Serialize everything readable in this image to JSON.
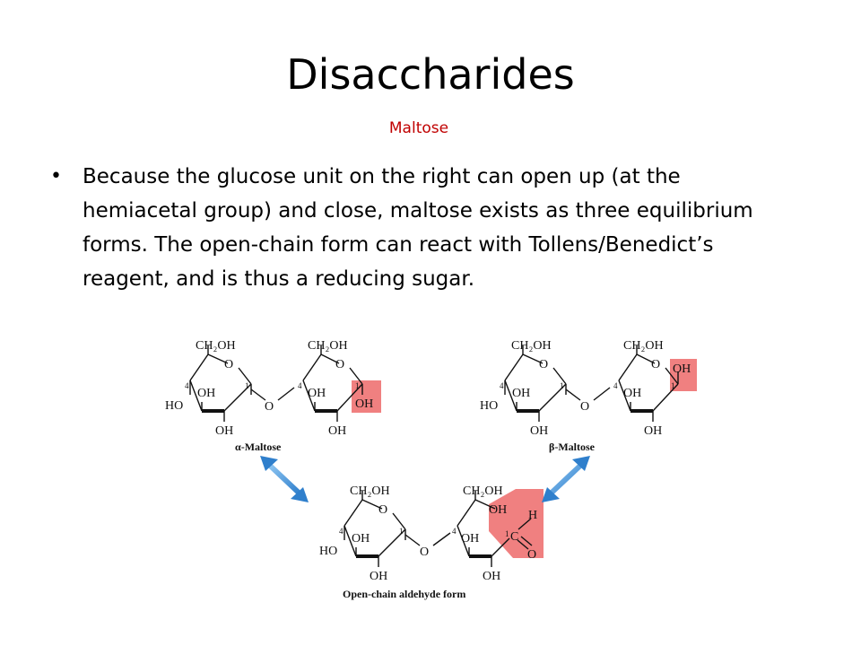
{
  "slide": {
    "title": "Disaccharides",
    "subtitle": "Maltose",
    "bullets": [
      "Because the glucose unit on the right can open up (at the hemiacetal group) and close, maltose exists as three equilibrium forms.  The open-chain form can react with Tollens/Benedict’s reagent, and is thus a reducing sugar."
    ]
  },
  "diagram": {
    "captions": {
      "alpha": "α-Maltose",
      "beta": "β-Maltose",
      "open": "Open-chain aldehyde form"
    },
    "labels": {
      "ch2oh": "CH₂OH",
      "o": "O",
      "oh": "OH",
      "ho": "HO",
      "h": "H",
      "c": "C",
      "c4": "4",
      "c1": "1"
    },
    "highlight_color": "#f08080",
    "arrow_color": "#3a8ed6"
  }
}
